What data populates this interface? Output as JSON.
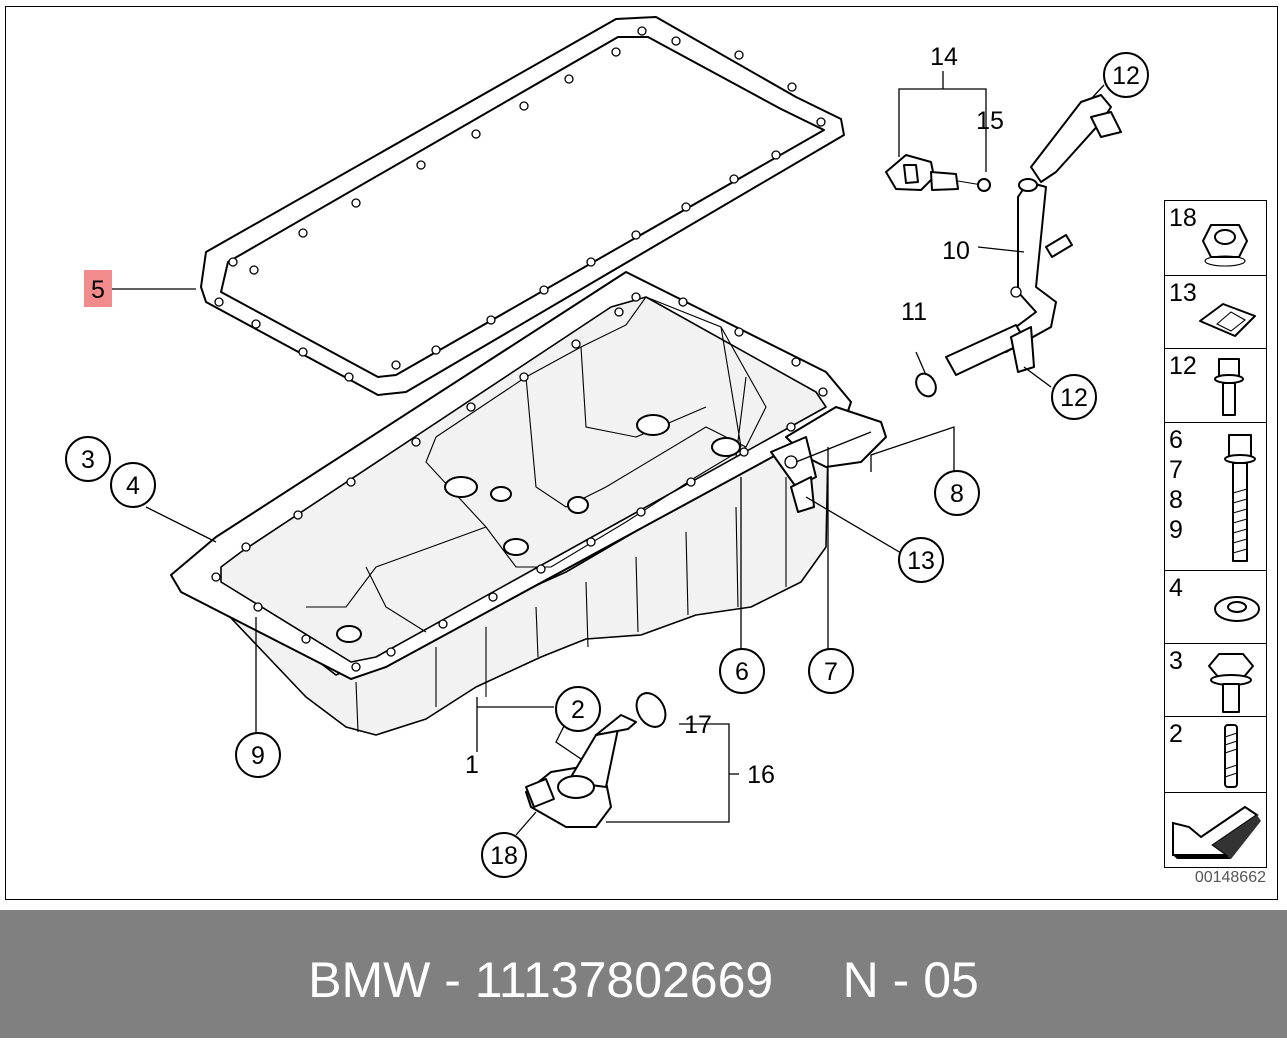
{
  "callouts": [
    {
      "id": "1",
      "text": "1"
    },
    {
      "id": "2",
      "text": "2"
    },
    {
      "id": "3",
      "text": "3"
    },
    {
      "id": "4",
      "text": "4"
    },
    {
      "id": "5",
      "text": "5"
    },
    {
      "id": "6",
      "text": "6"
    },
    {
      "id": "7",
      "text": "7"
    },
    {
      "id": "8",
      "text": "8"
    },
    {
      "id": "9",
      "text": "9"
    },
    {
      "id": "10",
      "text": "10"
    },
    {
      "id": "11",
      "text": "11"
    },
    {
      "id": "12a",
      "text": "12"
    },
    {
      "id": "12b",
      "text": "12"
    },
    {
      "id": "13",
      "text": "13"
    },
    {
      "id": "14",
      "text": "14"
    },
    {
      "id": "15",
      "text": "15"
    },
    {
      "id": "16",
      "text": "16"
    },
    {
      "id": "17",
      "text": "17"
    },
    {
      "id": "18",
      "text": "18"
    }
  ],
  "highlight_color": "#f28b8b",
  "legend": [
    {
      "numbers": "18",
      "part": "hex-nut"
    },
    {
      "numbers": "13",
      "part": "spring-nut-clip"
    },
    {
      "numbers": "12",
      "part": "flange-bolt"
    },
    {
      "numbers": "6\n7\n8\n9",
      "part": "long-bolt"
    },
    {
      "numbers": "4",
      "part": "washer"
    },
    {
      "numbers": "3",
      "part": "hex-bolt"
    },
    {
      "numbers": "2",
      "part": "stud"
    },
    {
      "numbers": "",
      "part": "orientation-arrow"
    }
  ],
  "doc_number": "00148662",
  "caption": "BMW - 11137802669     N - 05"
}
